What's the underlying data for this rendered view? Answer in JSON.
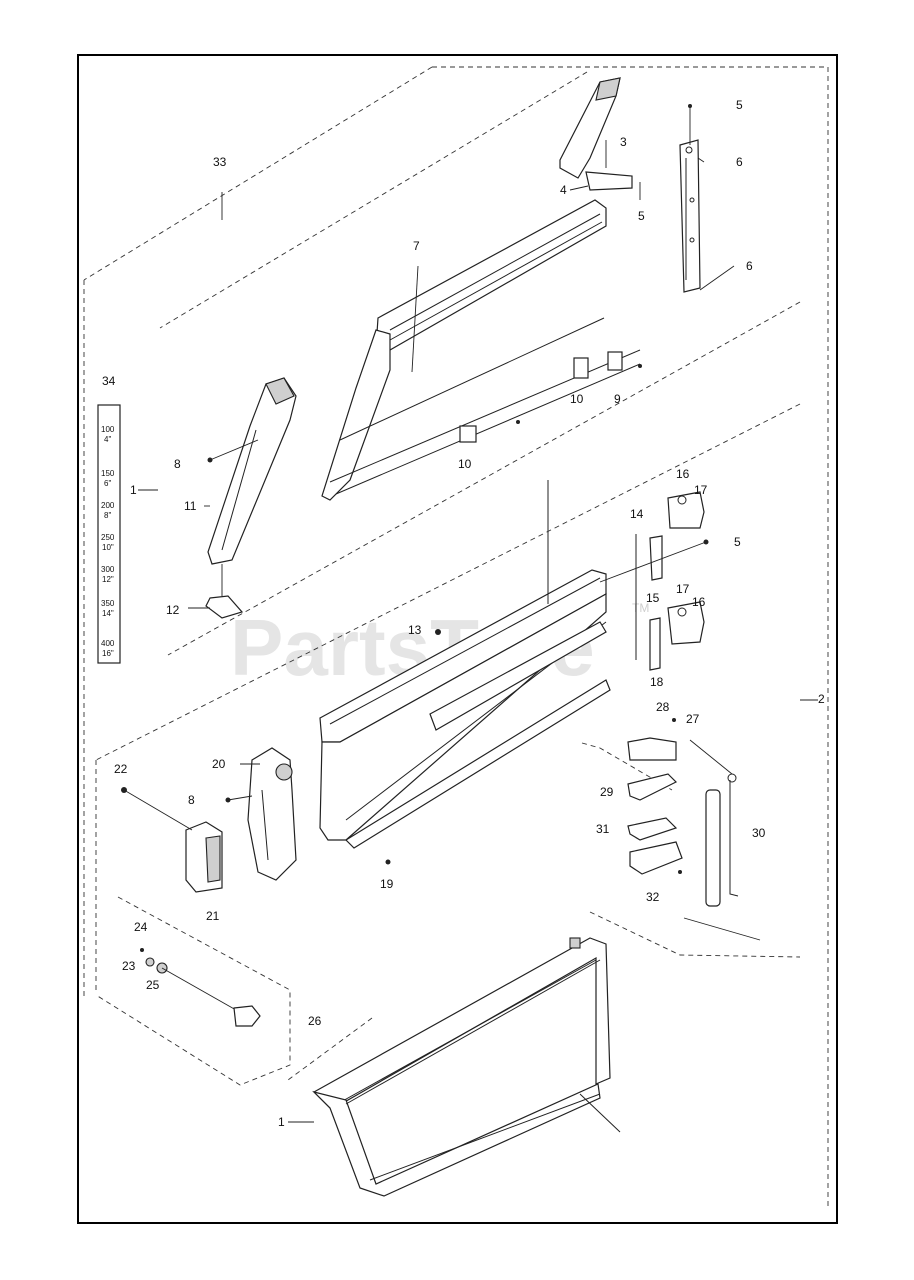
{
  "watermark": {
    "text": "PartsTree",
    "trademark": "TM"
  },
  "labels": {
    "p1a": "1",
    "p1b": "1",
    "p2": "2",
    "p3": "3",
    "p4": "4",
    "p5a": "5",
    "p5b": "5",
    "p5c": "5",
    "p6a": "6",
    "p6b": "6",
    "p7": "7",
    "p8a": "8",
    "p8b": "8",
    "p9": "9",
    "p10a": "10",
    "p10b": "10",
    "p11": "11",
    "p12": "12",
    "p13": "13",
    "p14": "14",
    "p15": "15",
    "p16a": "16",
    "p16b": "16",
    "p17a": "17",
    "p17b": "17",
    "p18": "18",
    "p19": "19",
    "p20": "20",
    "p21": "21",
    "p22": "22",
    "p23": "23",
    "p24": "24",
    "p25": "25",
    "p26": "26",
    "p27": "27",
    "p28": "28",
    "p29": "29",
    "p30": "30",
    "p31": "31",
    "p32": "32",
    "p33": "33",
    "p34": "34"
  },
  "scale_decal": {
    "marks": [
      "100",
      "4\"",
      "150",
      "6\"",
      "200",
      "8\"",
      "250",
      "10\"",
      "300",
      "12\"",
      "350",
      "14\"",
      "400",
      "16\""
    ]
  }
}
